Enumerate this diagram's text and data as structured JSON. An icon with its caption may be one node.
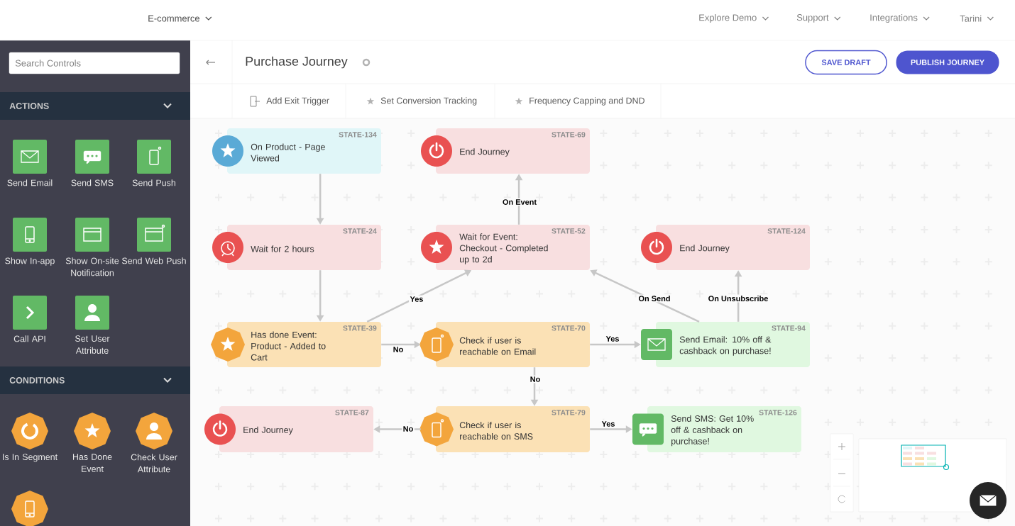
{
  "diagram": {
    "title": "Purchase Journey",
    "nodes": [
      {
        "text": [
          "On Product - Page Viewed",
          "STATE-134"
        ]
      },
      {
        "text": [
          "End Journey",
          "STATE-69"
        ]
      },
      {
        "text": [
          "Wait for 2 hours",
          "STATE-24"
        ]
      },
      {
        "text": [
          "Wait for Event: Checkout - Completed up to 2d",
          "STATE-52"
        ]
      },
      {
        "text": [
          "End Journey",
          "STATE-124"
        ]
      },
      {
        "text": [
          "Has done Event: Product - Added to Cart",
          "STATE-39"
        ]
      },
      {
        "text": [
          "Check if user is reachable on Email",
          "STATE-70"
        ]
      },
      {
        "text": [
          "Send Email: 10% off & cashback on purchase!",
          "STATE-94"
        ]
      },
      {
        "text": [
          "End Journey",
          "STATE-87"
        ]
      },
      {
        "text": [
          "Check if user is reachable on SMS",
          "STATE-79"
        ]
      },
      {
        "text": [
          "Send SMS: Get 10% off & cashback on purchase!",
          "STATE-126"
        ]
      }
    ],
    "edges": [
      {
        "from": 0,
        "to": 2,
        "arrow": "to"
      },
      {
        "from": 2,
        "to": 5,
        "arrow": "to"
      },
      {
        "from": 5,
        "to": 3,
        "arrow": "to",
        "label": "Yes"
      },
      {
        "from": 3,
        "to": 1,
        "arrow": "to",
        "label": "On Event"
      },
      {
        "from": 5,
        "to": 6,
        "arrow": "to",
        "label": "No"
      },
      {
        "from": 6,
        "to": 7,
        "arrow": "to",
        "label": "Yes"
      },
      {
        "from": 6,
        "to": 9,
        "arrow": "to",
        "label": "No"
      },
      {
        "from": 9,
        "to": 8,
        "arrow": "to",
        "label": "No"
      },
      {
        "from": 9,
        "to": 10,
        "arrow": "to",
        "label": "Yes"
      },
      {
        "from": 7,
        "to": 3,
        "arrow": "to",
        "label": "On Send"
      },
      {
        "from": 7,
        "to": 4,
        "arrow": "to",
        "label": "On Unsubscribe"
      }
    ],
    "labels": [
      "E-commerce",
      "Explore Demo",
      "Support",
      "Integrations",
      "Tarini",
      "Search Controls",
      "SAVE DRAFT",
      "PUBLISH JOURNEY",
      "ACTIONS",
      "Add Exit Trigger",
      "Set Conversion Tracking",
      "Frequency Capping and DND",
      "Send Email",
      "Send SMS",
      "Send Push",
      "Show In-app",
      "Show On-site Notification",
      "Send Web Push",
      "Call API",
      "Set User Attribute",
      "CONDITIONS",
      "Is In Segment",
      "Has Done Event",
      "Check User Attribute"
    ]
  }
}
